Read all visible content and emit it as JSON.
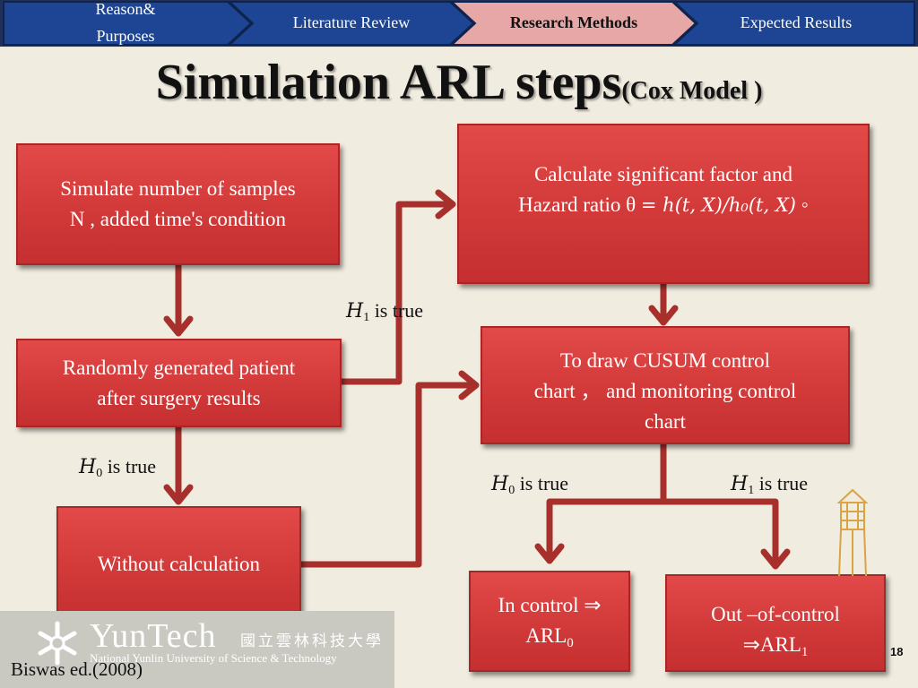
{
  "nav": {
    "tabs": [
      {
        "label": "Reason&\nPurposes",
        "active": false
      },
      {
        "label": "Literature Review",
        "active": false
      },
      {
        "label": "Research Methods",
        "active": true
      },
      {
        "label": "Expected Results",
        "active": false
      }
    ],
    "colors": {
      "tab": "#1d4593",
      "active_tab": "#e8a7a7",
      "strip": "#1e2e5a"
    }
  },
  "title": {
    "main": "Simulation ARL steps",
    "sub": "(Cox Model )"
  },
  "flow": {
    "simulate": "Simulate number of samples\nN , added time's condition",
    "generate": "Randomly generated patient\nafter surgery results",
    "without": "Without calculation",
    "calc_line1": "Calculate significant factor  and",
    "calc_line2_text": "Hazard ratio θ",
    "calc_formula": "= h(t, X)/h₀(t, X)",
    "calc_end": " ◦",
    "cusum": "To draw CUSUM control\nchart  ，  and  monitoring control\nchart",
    "in_control_line1": "In control ⇒",
    "in_control_line2": "ARL",
    "in_control_sub": "0",
    "out_control_line1": "Out –of-control",
    "out_control_line2": "⇒ARL",
    "out_control_sub": "1"
  },
  "conditions": {
    "h1_upper": {
      "sym": "H",
      "sub": "1",
      "text": " is true"
    },
    "h0_left": {
      "sym": "H",
      "sub": "0",
      "text": " is true"
    },
    "h0_right": {
      "sym": "H",
      "sub": "0",
      "text": " is true"
    },
    "h1_right": {
      "sym": "H",
      "sub": "1",
      "text": " is true"
    }
  },
  "footer": {
    "logo_name": "YunTech",
    "logo_cn": "國立雲林科技大學",
    "logo_en": "National Yunlin University of Science & Technology",
    "citation": "Biswas ed.(2008)",
    "page": "18"
  },
  "icons": {
    "logo": "snowflake-emblem-icon",
    "tower": "tower-illustration-icon"
  },
  "colors": {
    "box": "#d63c3c",
    "arrow": "#a8302c",
    "background": "#f1ece0"
  }
}
